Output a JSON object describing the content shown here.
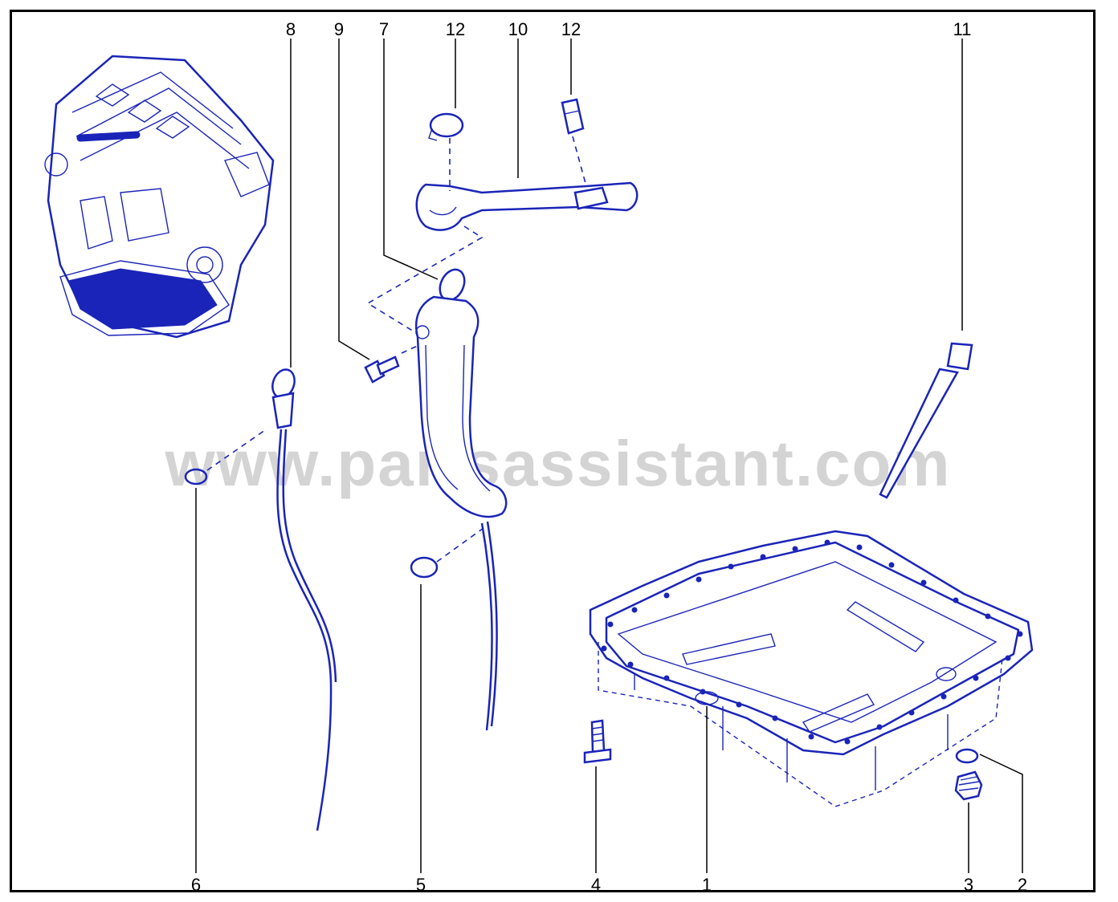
{
  "watermark": "www.partsassistant.com",
  "callouts": {
    "c1": "1",
    "c2": "2",
    "c3": "3",
    "c4": "4",
    "c5": "5",
    "c6": "6",
    "c7": "7",
    "c8": "8",
    "c9": "9",
    "c10": "10",
    "c11": "11",
    "c12a": "12",
    "c12b": "12"
  },
  "colors": {
    "line_art": "#1a24b8",
    "frame": "#000000",
    "watermark": "#d4d4d4"
  }
}
